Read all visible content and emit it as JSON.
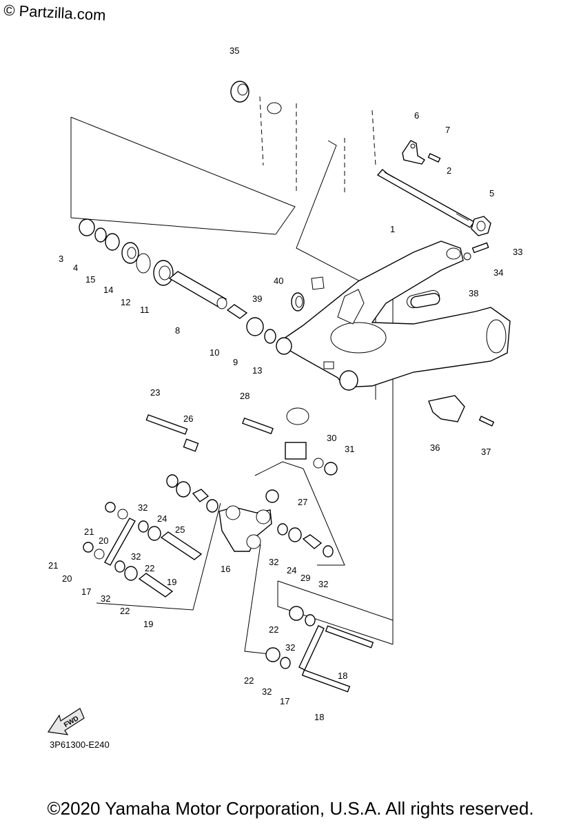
{
  "watermark": "© Partzilla.com",
  "diagram_code": "3P61300-E240",
  "fwd_label": "FWD",
  "copyright": "©2020 Yamaha Motor Corporation, U.S.A. All rights reserved.",
  "callouts": [
    "35",
    "6",
    "7",
    "2",
    "5",
    "1",
    "33",
    "34",
    "38",
    "40",
    "39",
    "3",
    "4",
    "15",
    "14",
    "12",
    "11",
    "8",
    "10",
    "9",
    "13",
    "23",
    "26",
    "28",
    "30",
    "31",
    "27",
    "36",
    "37",
    "32",
    "24",
    "25",
    "21",
    "20",
    "32",
    "22",
    "19",
    "16",
    "32",
    "24",
    "29",
    "32",
    "21",
    "20",
    "17",
    "32",
    "22",
    "19",
    "22",
    "32",
    "18",
    "22",
    "32",
    "17",
    "18"
  ]
}
